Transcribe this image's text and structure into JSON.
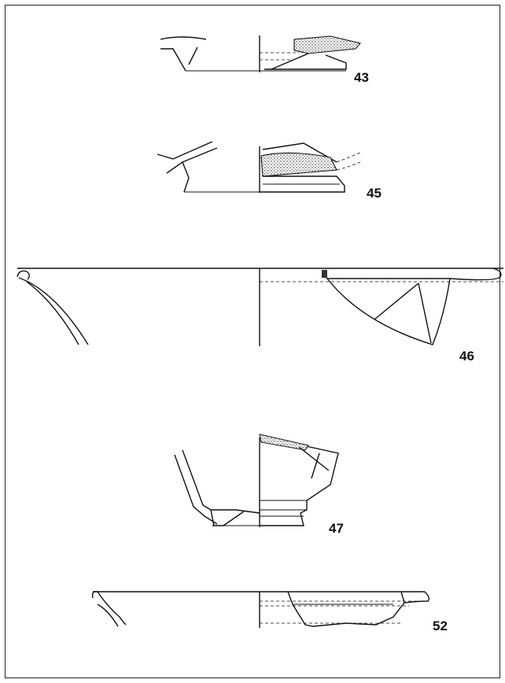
{
  "figures": [
    {
      "number": "43"
    },
    {
      "number": "45"
    },
    {
      "number": "46"
    },
    {
      "number": "47"
    },
    {
      "number": "52"
    }
  ]
}
